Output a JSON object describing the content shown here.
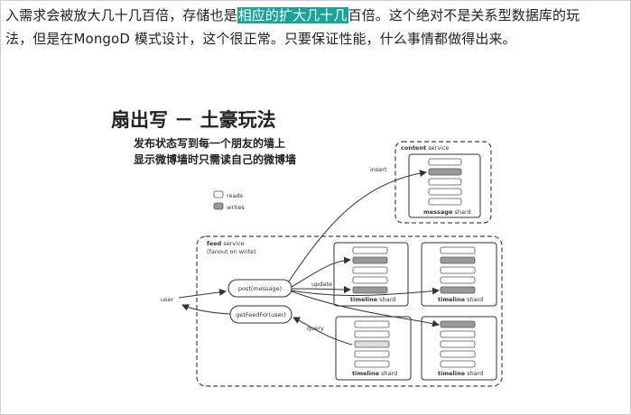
{
  "article": {
    "line1_part1": "入需求会被放大几十几百倍，存储也是",
    "line1_highlight": "相应的扩大几十几",
    "line1_part2": "百倍。这个绝对不是关系型数据库的玩",
    "line2": "法，但是在MongoD 模式设计，这个很正常。只要保证性能，什么事情都做得出来。"
  },
  "diagram": {
    "title": "扇出写 － 土豪玩法",
    "subtitle1": "发布状态写到每一个朋友的墙上",
    "subtitle2": "显示微博墙时只需读自己的微博墙",
    "legend_reads": "reads",
    "legend_writes": "writes",
    "content_service_bold": "content",
    "content_service_rest": " service",
    "message_shard_bold": "message",
    "shard_suffix": " shard",
    "timeline_bold": "timeline",
    "feed_service_bold": "feed",
    "feed_service_rest": " service",
    "feed_subtitle": "(fanout on write)",
    "user_label": "user",
    "post_label": "post(message)",
    "get_label": "getFeedFor(user)",
    "insert_label": "insert",
    "update_label": "update",
    "query_label": "query"
  }
}
